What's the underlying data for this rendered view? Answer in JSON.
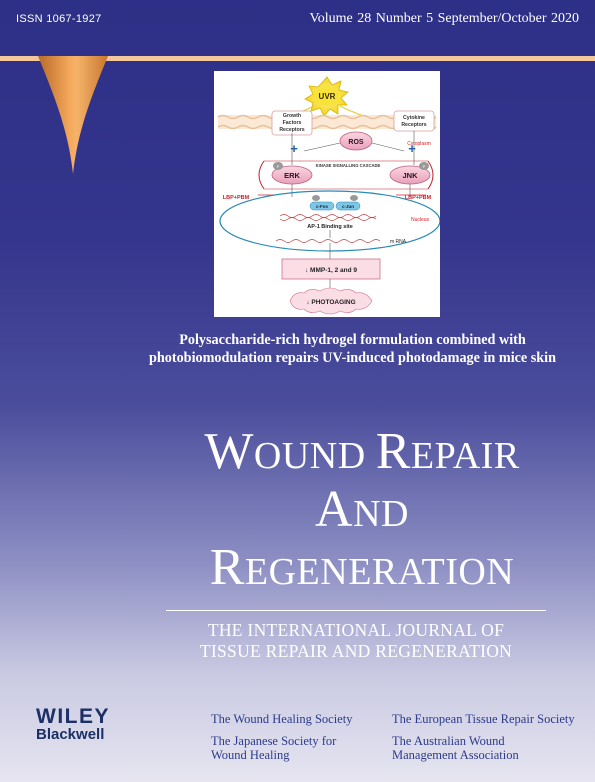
{
  "header": {
    "issn": "ISSN 1067-1927",
    "issue": "Volume 28   Number 5   September/October 2020"
  },
  "figure": {
    "stimulus": "UVR",
    "receptor_left": [
      "Growth",
      "Factors",
      "Receptors"
    ],
    "receptor_right": [
      "Cytokine",
      "Receptors"
    ],
    "ros": "ROS",
    "cytoplasm": "Cytoplasm",
    "cascade": "KINASE SIGNALLING CASCADE",
    "kinase_left": "ERK",
    "kinase_right": "JNK",
    "phospho": "P",
    "treatment_left": "LBP+PBM",
    "treatment_right": "LBP+PBM",
    "nucleus": "Nucleus",
    "factor_left": "c-Fos",
    "factor_right": "c-Jun",
    "binding_site": "AP-1 Binding site",
    "mrna": "m RNA",
    "mmp": "MMP-1, 2 and 9",
    "outcome": "PHOTOAGING"
  },
  "article": {
    "title_line1": "Polysaccharide-rich hydrogel formulation combined with",
    "title_line2": "photobiomodulation repairs UV-induced photodamage in mice skin"
  },
  "journal": {
    "title_line1": "Wound Repair",
    "title_line2": "And",
    "title_line3": "Regeneration",
    "subtitle_line1": "THE INTERNATIONAL JOURNAL OF",
    "subtitle_line2": "TISSUE REPAIR AND REGENERATION"
  },
  "publisher": {
    "name": "WILEY",
    "imprint": "Blackwell"
  },
  "societies": {
    "s1": [
      "The Wound Healing Society"
    ],
    "s2": [
      "The Japanese Society for",
      "Wound Healing"
    ],
    "s3": [
      "The European Tissue Repair Society"
    ],
    "s4": [
      "The Australian Wound",
      "Management Association"
    ]
  },
  "colors": {
    "cover_top": "#2e2f86",
    "cover_bottom": "#e6e5f0",
    "accent_rule": "#f3c79c",
    "cone": "#f0a050",
    "publisher_text": "#1c2f66",
    "society_text": "#2c3b8c"
  }
}
